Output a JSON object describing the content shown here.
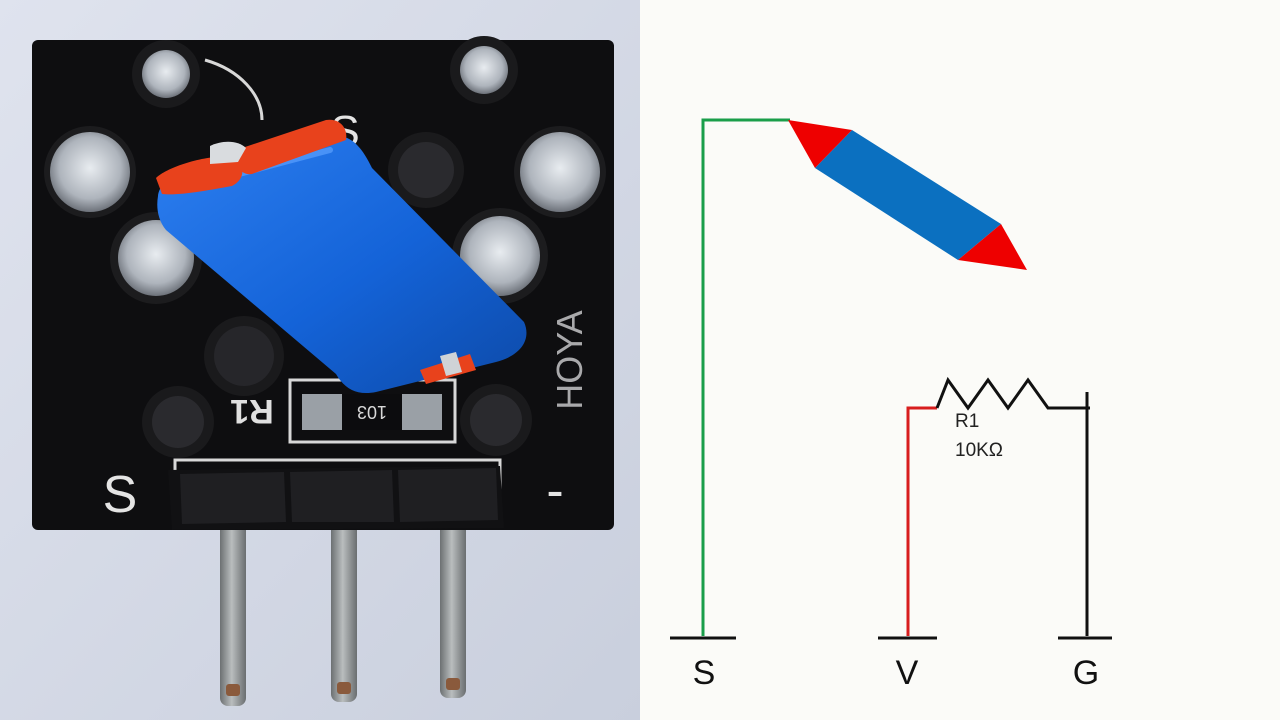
{
  "photo": {
    "silkscreen": {
      "top_label": "S",
      "resistor_label": "R1",
      "resistor_code": "103",
      "brand_mark": "HOYA",
      "pin_left": "S",
      "pin_right": "-"
    }
  },
  "schematic": {
    "resistor": {
      "designator": "R1",
      "value": "10KΩ"
    },
    "pins": [
      {
        "id": "signal",
        "label": "S",
        "wire_color": "#1a9e4a"
      },
      {
        "id": "vcc",
        "label": "V",
        "wire_color": "#d81e1e"
      },
      {
        "id": "ground",
        "label": "G",
        "wire_color": "#111111"
      }
    ],
    "tilt_switch": {
      "body_color": "#0b70c0",
      "tip_color": "#ee0000"
    }
  }
}
